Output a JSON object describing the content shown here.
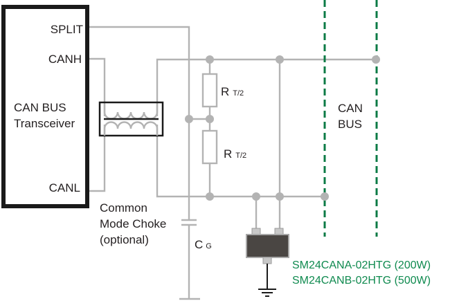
{
  "transceiver": {
    "title_line1": "CAN BUS",
    "title_line2": "Transceiver",
    "pins": {
      "split": "SPLIT",
      "canh": "CANH",
      "canl": "CANL"
    }
  },
  "choke": {
    "label_line1": "Common",
    "label_line2": "Mode Choke",
    "label_line3": "(optional)"
  },
  "resistors": [
    {
      "main": "R",
      "sub": "T/2"
    },
    {
      "main": "R",
      "sub": "T/2"
    }
  ],
  "capacitor": {
    "main": "C",
    "sub": "G"
  },
  "bus": {
    "label_line1": "CAN",
    "label_line2": "BUS"
  },
  "tvs_device": {
    "part_line1": "SM24CANA-02HTG (200W)",
    "part_line2": "SM24CANB-02HTG (500W)"
  },
  "colors": {
    "wire": "#b3b3b3",
    "bus_line": "#0b7a45",
    "part_label": "#0f8a4f",
    "device_body": "#4a4643",
    "outline": "#1a1a1a"
  }
}
